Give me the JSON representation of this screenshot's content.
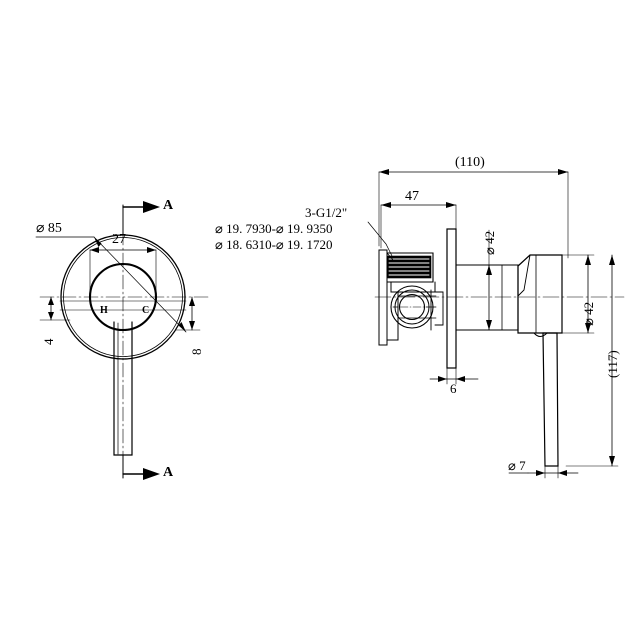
{
  "drawing": {
    "type": "engineering-technical-drawing",
    "subject": "wall-mounted shower mixer valve",
    "background_color": "#ffffff",
    "line_color": "#000000",
    "views": [
      {
        "id": "front-view",
        "name": "Front view with section A-A markers",
        "annotations": {
          "outer_diameter": "⌀ 85",
          "knob_width": "27",
          "left_dim": "4",
          "right_dim": "8",
          "hot_label": "H",
          "cold_label": "C",
          "section_top": "A",
          "section_bottom": "A"
        }
      },
      {
        "id": "side-section-view",
        "name": "Side sectional view A-A",
        "annotations": {
          "overall_length": "(110)",
          "body_length": "47",
          "plate_thickness": "6",
          "body_diameter": "⌀ 42",
          "knob_diameter": "⌀ 42",
          "overall_height": "(117)",
          "lever_thickness": "⌀ 7",
          "thread_callout": "3-G1/2\"",
          "thread_tol_major": "⌀ 19. 7930-⌀ 19. 9350",
          "thread_tol_minor": "⌀ 18. 6310-⌀ 19. 1720"
        }
      }
    ]
  },
  "labels": {
    "dia85": "⌀ 85",
    "d27": "27",
    "d4": "4",
    "d8": "8",
    "hot": "H",
    "cold": "C",
    "sectionA_top": "A",
    "sectionA_bottom": "A",
    "thread_callout": "3-G1/2\"",
    "tol_line1": "⌀ 19. 7930-⌀ 19. 9350",
    "tol_line2": "⌀ 18. 6310-⌀ 19. 1720",
    "len110": "(110)",
    "len47": "47",
    "len6": "6",
    "dia42_body": "⌀ 42",
    "dia42_knob": "⌀ 42",
    "h117": "(117)",
    "dia7": "⌀ 7"
  }
}
